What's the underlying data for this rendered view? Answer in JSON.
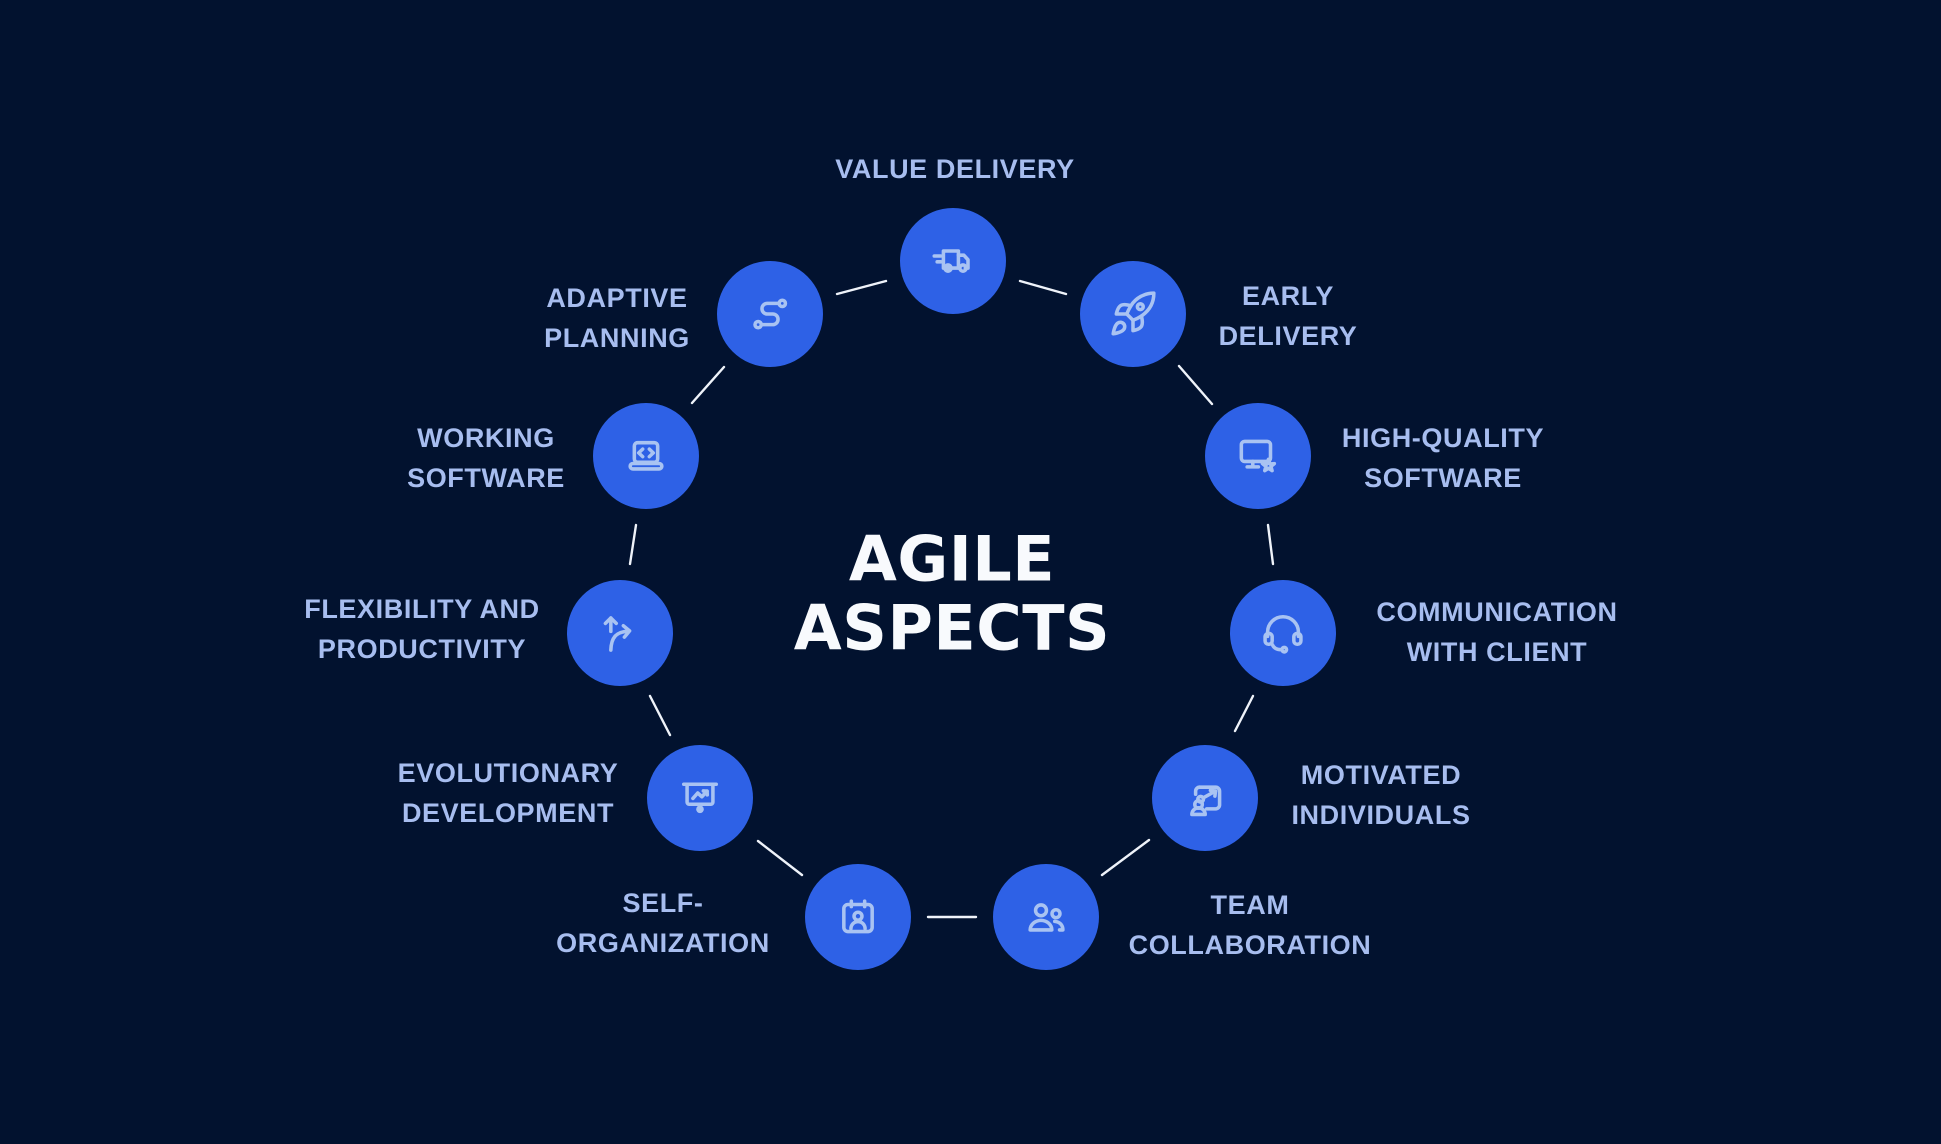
{
  "title": {
    "text": "AGILE\nASPECTS"
  },
  "colors": {
    "background": "#02122F",
    "node_fill": "#2E61E6",
    "icon_stroke": "#A9C3F2",
    "label_text": "#A7BDEF",
    "title_text": "#F8FAFD",
    "connector": "#EFF3FA"
  },
  "nodes": [
    {
      "label": "VALUE DELIVERY",
      "icon": "delivery-truck-icon"
    },
    {
      "label": "EARLY\nDELIVERY",
      "icon": "rocket-icon"
    },
    {
      "label": "HIGH-QUALITY\nSOFTWARE",
      "icon": "monitor-star-icon"
    },
    {
      "label": "COMMUNICATION\nWITH CLIENT",
      "icon": "headset-icon"
    },
    {
      "label": "MOTIVATED\nINDIVIDUALS",
      "icon": "person-growth-icon"
    },
    {
      "label": "TEAM\nCOLLABORATION",
      "icon": "team-icon"
    },
    {
      "label": "SELF-\nORGANIZATION",
      "icon": "calendar-person-icon"
    },
    {
      "label": "EVOLUTIONARY\nDEVELOPMENT",
      "icon": "presentation-chart-icon"
    },
    {
      "label": "FLEXIBILITY AND\nPRODUCTIVITY",
      "icon": "split-arrows-icon"
    },
    {
      "label": "WORKING\nSOFTWARE",
      "icon": "laptop-code-icon"
    },
    {
      "label": "ADAPTIVE\nPLANNING",
      "icon": "route-icon"
    }
  ]
}
